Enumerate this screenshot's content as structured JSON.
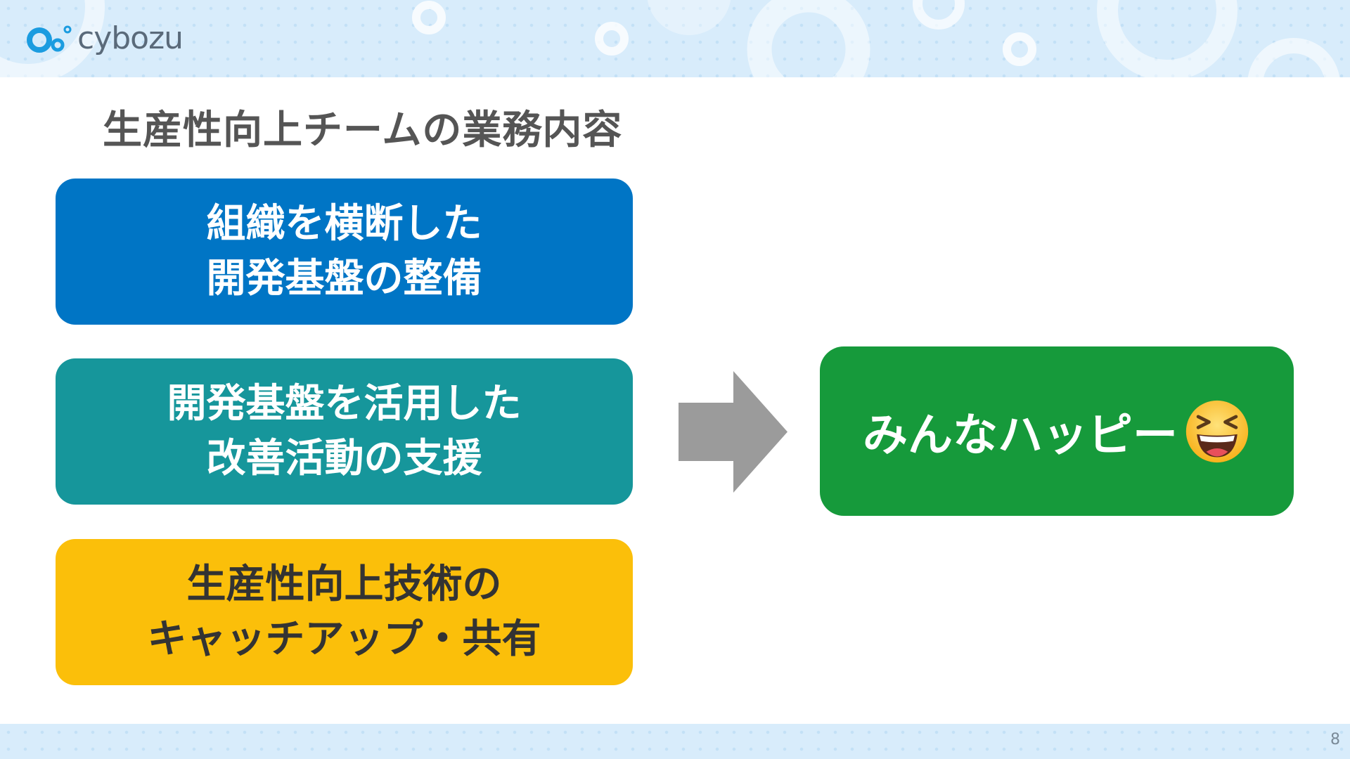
{
  "header": {
    "logo_text": "cybozu"
  },
  "title": "生産性向上チームの業務内容",
  "boxes": [
    {
      "lines": [
        "組織を横断した",
        "開発基盤の整備"
      ],
      "color": "#0075c5"
    },
    {
      "lines": [
        "開発基盤を活用した",
        "改善活動の支援"
      ],
      "color": "#16969b"
    },
    {
      "lines": [
        "生産性向上技術の",
        "キャッチアップ・共有"
      ],
      "color": "#fbbf0a"
    }
  ],
  "arrow": {
    "icon": "right-arrow-icon",
    "color": "#9b9b9b"
  },
  "result": {
    "text": "みんなハッピー",
    "icon": "laughing-face-icon",
    "color": "#169a3b"
  },
  "footer": {
    "page_number": "8"
  }
}
